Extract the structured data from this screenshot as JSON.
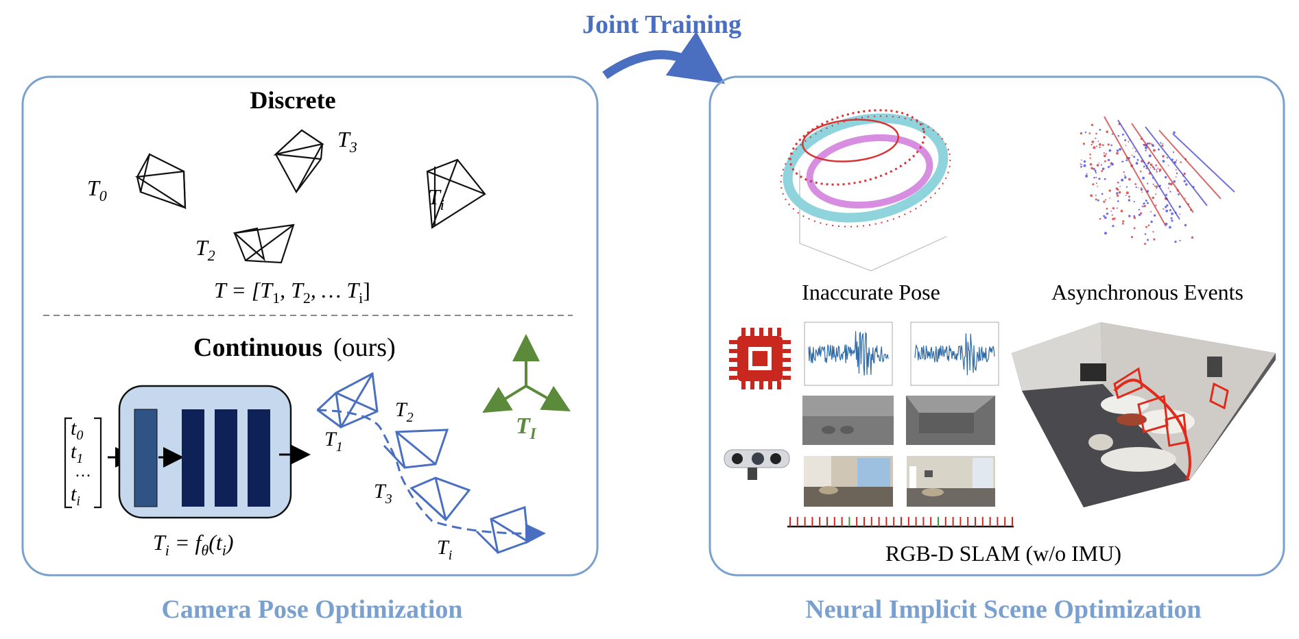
{
  "top": {
    "joint_training": "Joint Training"
  },
  "left_panel": {
    "title": "Camera Pose Optimization",
    "discrete": {
      "heading": "Discrete",
      "labels": {
        "t0": "0",
        "t2": "2",
        "t3": "3",
        "ti": "i"
      },
      "pose_base": "T",
      "formula": {
        "prefix": "T = [T",
        "s1": "1",
        "s2": "2",
        "mid": ", T",
        "dots": ", … T",
        "si": "i",
        "end": "]"
      }
    },
    "continuous": {
      "heading": "Continuous",
      "ours": "(ours)",
      "inputs": [
        "0",
        "1",
        "…",
        "i"
      ],
      "input_base": "t",
      "formula": {
        "lhs": "T",
        "lsub": "i",
        "eq": " = f",
        "theta": "θ",
        "arg": "(t",
        "asub": "i",
        "close": ")"
      },
      "traj_labels": {
        "t1": "1",
        "t2": "2",
        "t3": "3",
        "ti": "i"
      },
      "imu_label": "T",
      "imu_sub": "I"
    },
    "colors": {
      "blue": "#4a6fc1",
      "navy": "#0f2257",
      "box": "#c5d8ee",
      "green": "#5b8a3a"
    }
  },
  "right_panel": {
    "title": "Neural Implicit Scene Optimization",
    "labels": {
      "inaccurate_pose": "Inaccurate Pose",
      "async_events": "Asynchronous Events",
      "rgbd_slam": "RGB-D SLAM (w/o IMU)"
    },
    "icons": [
      "cpu-chip-icon",
      "depth-camera-icon"
    ],
    "colors": {
      "red": "#c8281e",
      "green": "#3a9a3a",
      "border": "#7aa0d0"
    }
  }
}
